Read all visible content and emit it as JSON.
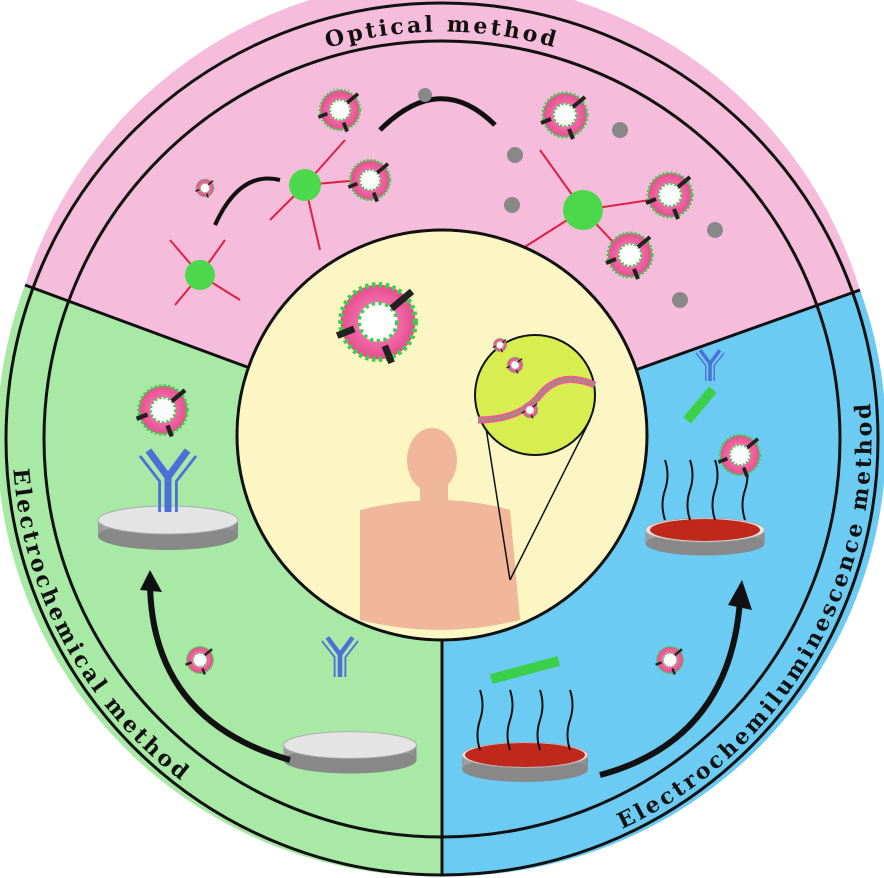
{
  "sections": {
    "top": {
      "label": "Optical method",
      "color": "#f5bcdc"
    },
    "left": {
      "label": "Electrochemical method",
      "color": "#a8e9a6"
    },
    "right": {
      "label": "Electrochemiluminescence method",
      "color": "#6ccbf2"
    }
  },
  "center": {
    "color": "#fbf6c4",
    "subject": "human-body"
  },
  "colors": {
    "vesicle": "#ee5c9a",
    "vesicle_dots": "#3ccf4a",
    "antibody": "#4b6fd8",
    "electrode": "#c8c8c8",
    "electrode_film": "#c0281c",
    "nanoparticle": "#4bd84b"
  }
}
